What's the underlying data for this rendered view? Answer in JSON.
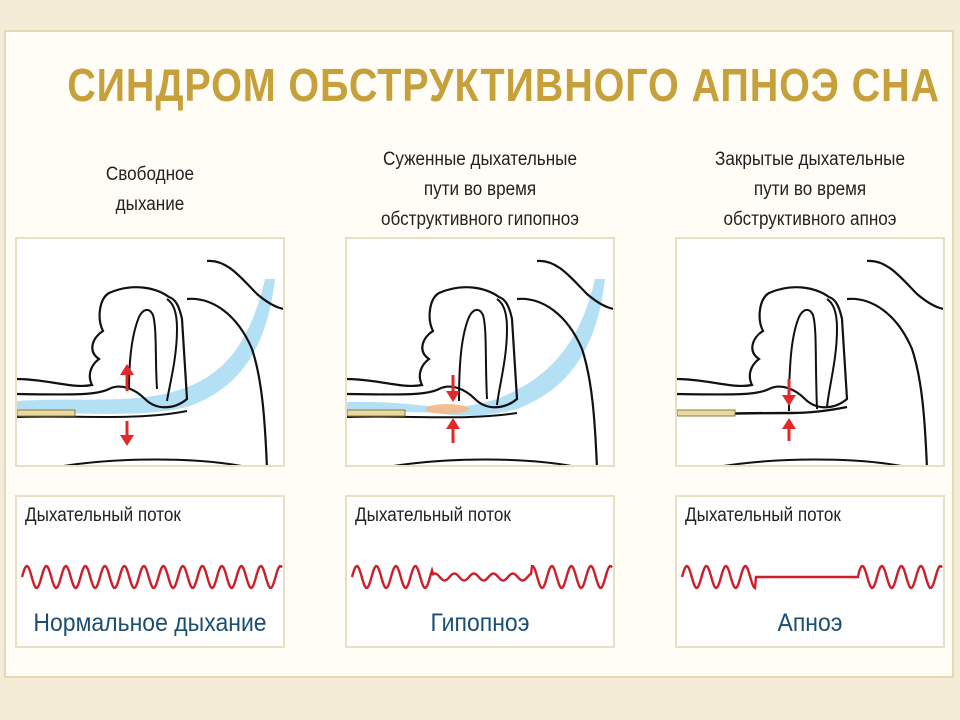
{
  "title": "СИНДРОМ ОБСТРУКТИВНОГО АПНОЭ СНА",
  "columns": [
    {
      "caption": "Свободное\nдыхание",
      "flow_label": "Дыхательный поток",
      "flow_name": "Нормальное дыхание"
    },
    {
      "caption": "Суженные дыхательные\nпути во время\nобструктивного гипопноэ",
      "flow_label": "Дыхательный поток",
      "flow_name": "Гипопноэ"
    },
    {
      "caption": "Закрытые дыхательные\nпути во время\nобструктивного апноэ",
      "flow_label": "Дыхательный поток",
      "flow_name": "Апноэ"
    }
  ],
  "colors": {
    "title": "#c6a03a",
    "waveform": "#cc1f2b",
    "arrow": "#e02a2a",
    "airflow": "#8fd0f0",
    "flow_name": "#1a4e72",
    "outline": "#111111"
  }
}
